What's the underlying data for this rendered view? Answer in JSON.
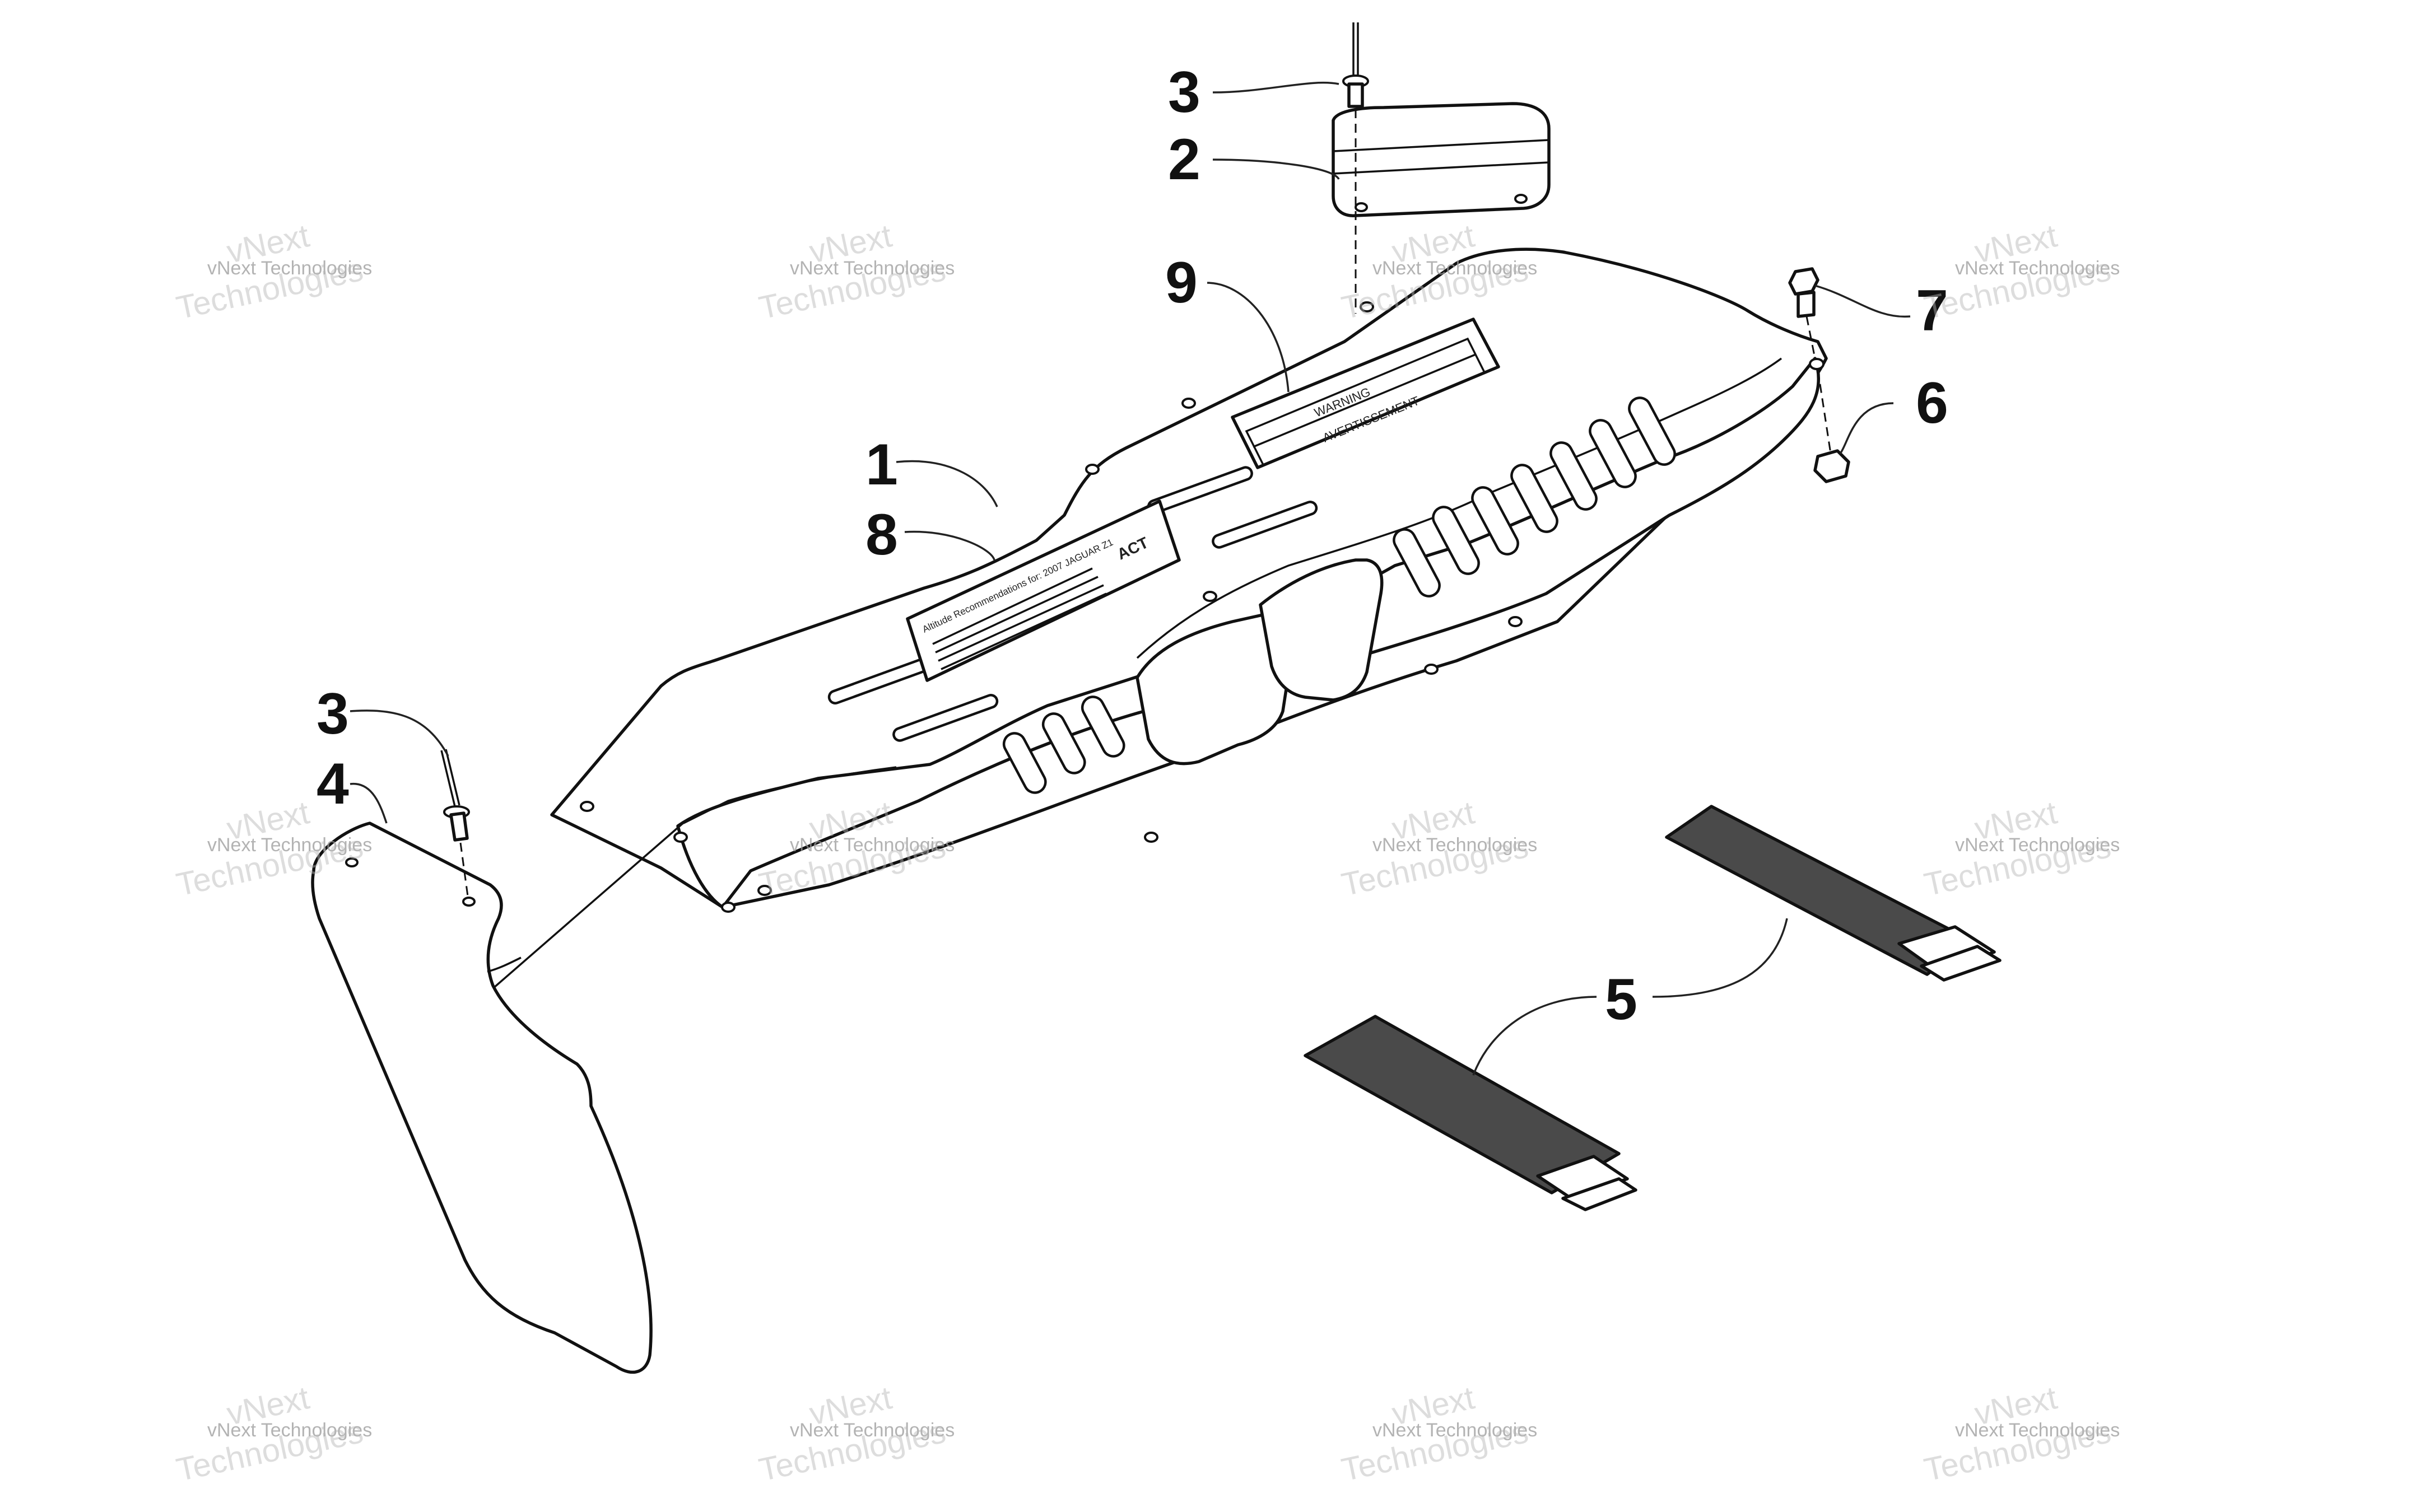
{
  "callouts": {
    "c1": "1",
    "c2": "2",
    "c3a": "3",
    "c3b": "3",
    "c4": "4",
    "c5": "5",
    "c6": "6",
    "c7": "7",
    "c8": "8",
    "c9": "9"
  },
  "watermark": {
    "line1": "vNext Technologies",
    "line2a": "vNext",
    "line2b": "Technologies"
  },
  "decal_warning": {
    "line1": "WARNING",
    "line2": "AVERTISSEMENT"
  },
  "decal_altitude": {
    "line1": "Altitude Recommendations for: 2007 JAGUAR Z1",
    "logo": "ACT"
  }
}
